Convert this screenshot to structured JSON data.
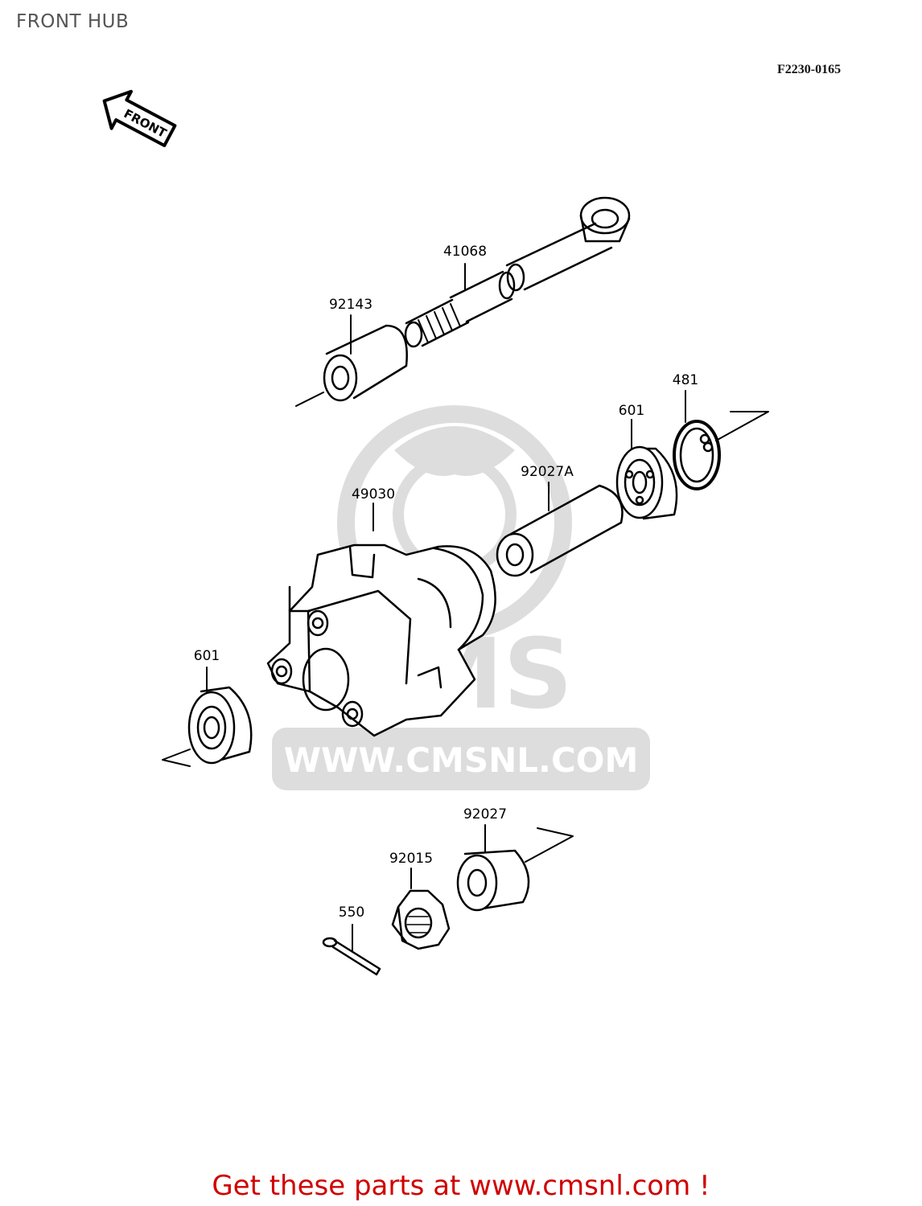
{
  "header": {
    "title": "FRONT HUB",
    "figure_code": "F2230-0165"
  },
  "front_arrow_label": "FRONT",
  "parts": {
    "axle": "41068",
    "axle_collar": "92143",
    "circlip": "481",
    "bearing_right": "601",
    "distance_collar": "92027A",
    "hub": "49030",
    "bearing_left": "601",
    "collar": "92027",
    "nut": "92015",
    "cotter_pin": "550"
  },
  "watermark": {
    "logo_text": "CMS",
    "url_text": "WWW.CMSNL.COM"
  },
  "footer": {
    "link_text": "Get these parts at www.cmsnl.com !"
  }
}
